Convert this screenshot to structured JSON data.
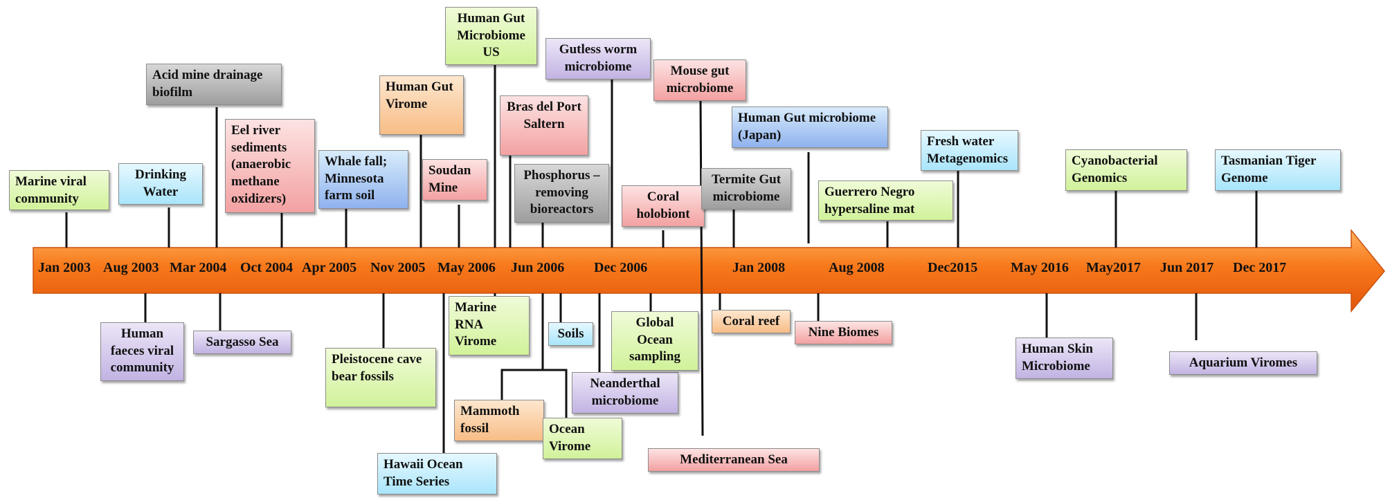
{
  "dates": [
    "Jan 2003",
    "Aug 2003",
    "Mar 2004",
    "Oct 2004",
    "Apr 2005",
    "Nov 2005",
    "May 2006",
    "Jun 2006",
    "Dec 2006",
    "Jan 2008",
    "Aug 2008",
    "Dec2015",
    "May 2016",
    "May2017",
    "Jun 2017",
    "Dec 2017"
  ],
  "above": {
    "marine_viral": "Marine viral community",
    "drinking_water": "Drinking Water",
    "acid_mine": "Acid mine drainage biofilm",
    "eel_river": "Eel river sediments (anaerobic methane oxidizers)",
    "whale_fall": "Whale fall; Minnesota farm soil",
    "human_gut_virome": "Human Gut Virome",
    "soudan_mine": "Soudan Mine",
    "human_gut_us": "Human Gut Microbiome US",
    "bras_del_port": "Bras del Port Saltern",
    "phosphorus": "Phosphorus –removing bioreactors",
    "gutless_worm": "Gutless worm microbiome",
    "coral_holobiont": "Coral holobiont",
    "mouse_gut": "Mouse gut microbiome",
    "termite_gut": "Termite Gut microbiome",
    "human_gut_japan": "Human Gut microbiome (Japan)",
    "guerrero_negro": "Guerrero Negro hypersaline mat",
    "fresh_water": "Fresh water Metagenomics",
    "cyanobacterial": "Cyanobacterial Genomics",
    "tasmanian_tiger": "Tasmanian Tiger Genome"
  },
  "below": {
    "human_faeces": "Human faeces viral community",
    "sargasso": "Sargasso Sea",
    "pleistocene": "Pleistocene cave bear fossils",
    "hawaii": "Hawaii Ocean Time Series",
    "marine_rna": "Marine RNA Virome",
    "mammoth": "Mammoth fossil",
    "soils": "Soils",
    "ocean_virome": "Ocean Virome",
    "neanderthal": "Neanderthal microbiome",
    "global_ocean": "Global Ocean sampling",
    "mediterranean": "Mediterranean  Sea",
    "coral_reef": "Coral reef",
    "nine_biomes": "Nine Biomes",
    "human_skin": "Human Skin Microbiome",
    "aquarium": "Aquarium Viromes"
  },
  "colors": {
    "arrow_light": "#ffb15e",
    "arrow_dark": "#e2560c",
    "connector": "#111111"
  }
}
